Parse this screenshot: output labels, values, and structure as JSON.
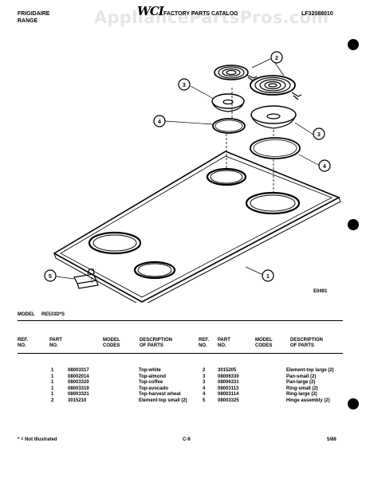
{
  "header": {
    "brand": "FRIGIDAIRE",
    "product": "RANGE",
    "catalog_logo": "WCI",
    "catalog_title": "FACTORY PARTS CATALOG",
    "catalog_number": "LF32088010",
    "watermark": "AppliancePartsPros.com"
  },
  "diagram": {
    "code": "E0491",
    "callouts": [
      "1",
      "2",
      "3",
      "3",
      "4",
      "4",
      "5"
    ]
  },
  "model": {
    "label": "MODEL",
    "value": "RE533D*S"
  },
  "table": {
    "headers": {
      "ref_no": [
        "REF.",
        "NO."
      ],
      "part_no": [
        "PART",
        "NO."
      ],
      "model_codes": [
        "MODEL",
        "CODES"
      ],
      "description": [
        "DESCRIPTION",
        "OF PARTS"
      ]
    },
    "left": [
      {
        "ref": "1",
        "part": "08003317",
        "desc": "Top-white"
      },
      {
        "ref": "1",
        "part": "08002014",
        "desc": "Top-almond"
      },
      {
        "ref": "1",
        "part": "08003320",
        "desc": "Top-coffee"
      },
      {
        "ref": "1",
        "part": "08003319",
        "desc": "Top-avocado"
      },
      {
        "ref": "1",
        "part": "08003321",
        "desc": "Top-harvest wheat"
      },
      {
        "ref": "2",
        "part": "3015210",
        "desc": "Element-top small (2)"
      }
    ],
    "right": [
      {
        "ref": "2",
        "part": "3015205",
        "desc": "Element-top large (2)"
      },
      {
        "ref": "3",
        "part": "08006330",
        "desc": "Pan-small (2)"
      },
      {
        "ref": "3",
        "part": "08006331",
        "desc": "Pan-large (2)"
      },
      {
        "ref": "4",
        "part": "08003113",
        "desc": "Ring-small (2)"
      },
      {
        "ref": "4",
        "part": "08003114",
        "desc": "Ring-large (2)"
      },
      {
        "ref": "5",
        "part": "08003325",
        "desc": "Hinge assembly (2)"
      }
    ]
  },
  "footer": {
    "note": "* = Not Illustrated",
    "page": "C-9",
    "date": "5/88"
  }
}
